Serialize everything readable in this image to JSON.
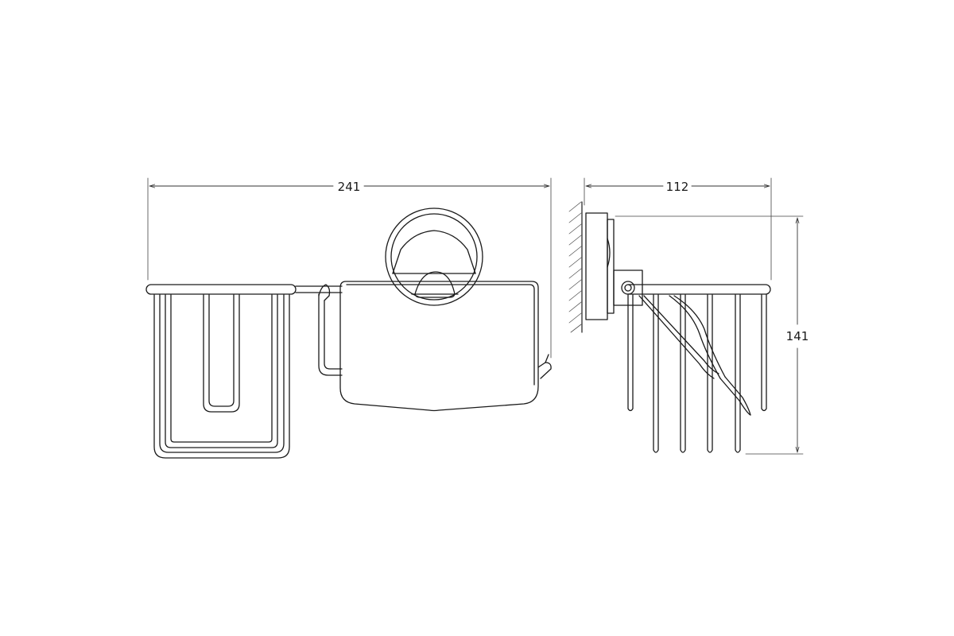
{
  "drawing": {
    "dimensions": {
      "front_width": "241",
      "side_depth": "112",
      "side_height": "141"
    },
    "colors": {
      "line": "#1a1a1a",
      "dimension_line": "#333333",
      "background": "#ffffff"
    }
  }
}
